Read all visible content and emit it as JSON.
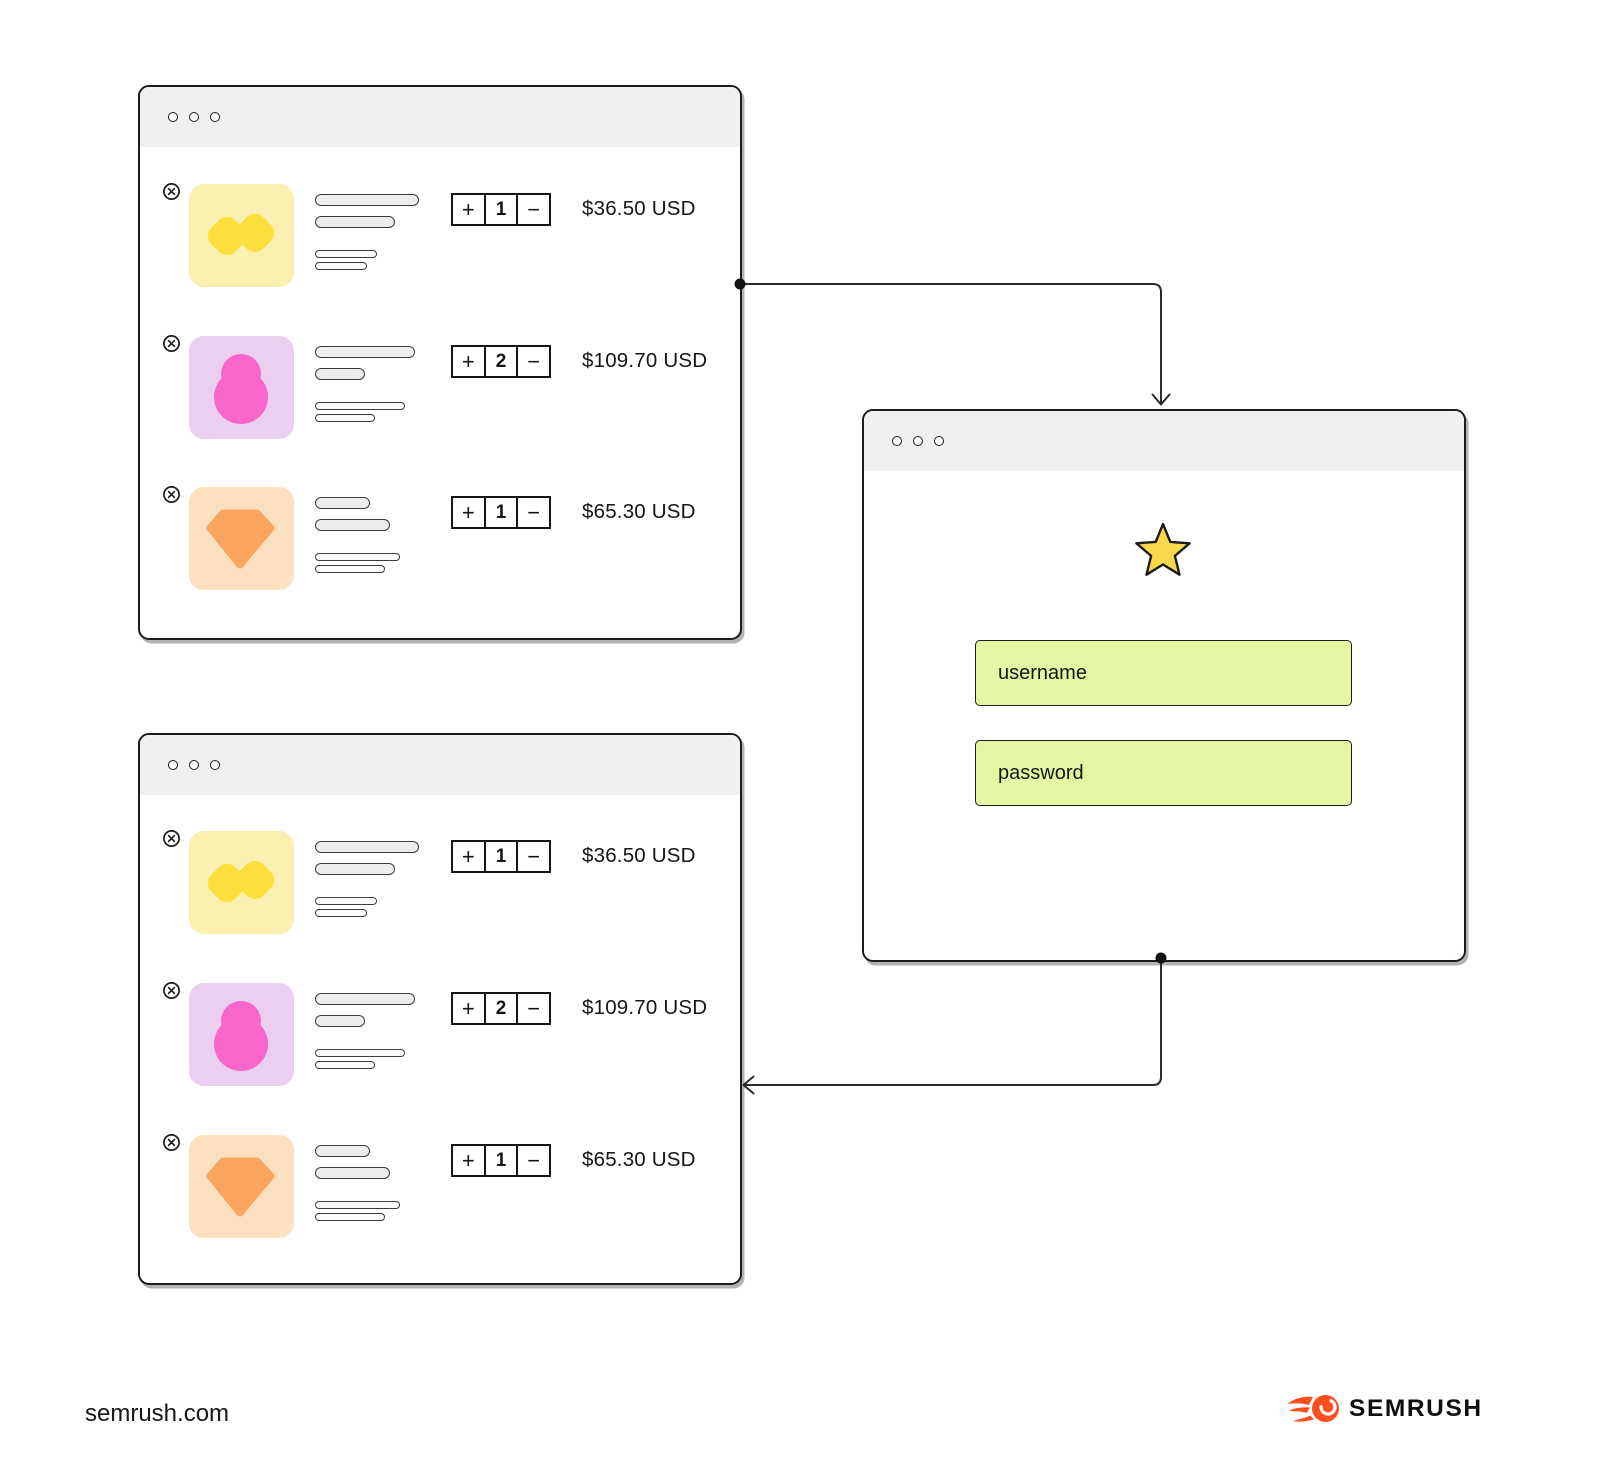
{
  "cart_top": {
    "items": [
      {
        "price": "$36.50 USD",
        "quantity": "1",
        "tile_icon": "yellow-blob"
      },
      {
        "price": "$109.70 USD",
        "quantity": "2",
        "tile_icon": "pink-blob"
      },
      {
        "price": "$65.30 USD",
        "quantity": "1",
        "tile_icon": "orange-gem"
      }
    ]
  },
  "cart_bottom": {
    "items": [
      {
        "price": "$36.50 USD",
        "quantity": "1",
        "tile_icon": "yellow-blob"
      },
      {
        "price": "$109.70 USD",
        "quantity": "2",
        "tile_icon": "pink-blob"
      },
      {
        "price": "$65.30 USD",
        "quantity": "1",
        "tile_icon": "orange-gem"
      }
    ]
  },
  "login": {
    "username_value": "username",
    "password_value": "password"
  },
  "ui": {
    "plus_label": "+",
    "minus_label": "−"
  },
  "footer": {
    "site_label": "semrush.com",
    "brand_label": "SEMRUSH"
  },
  "icons": {
    "window_controls": "three-dots",
    "remove_item": "circle-x-icon",
    "login_badge": "star-icon",
    "brand_mark": "semrush-flame-icon"
  },
  "colors": {
    "tile_yellow_bg": "#fbf0b2",
    "blob_yellow": "#fcdf3c",
    "tile_pink_bg": "#eacff0",
    "blob_pink": "#f966c9",
    "tile_orange_bg": "#fce0bf",
    "gem_orange": "#f9a55d",
    "field_green": "#e4f6a1",
    "star_yellow": "#f9d84b",
    "header_gray": "#f0f0f0",
    "line_dark": "#1c1c1c",
    "brand_orange": "#fc4e1f"
  }
}
